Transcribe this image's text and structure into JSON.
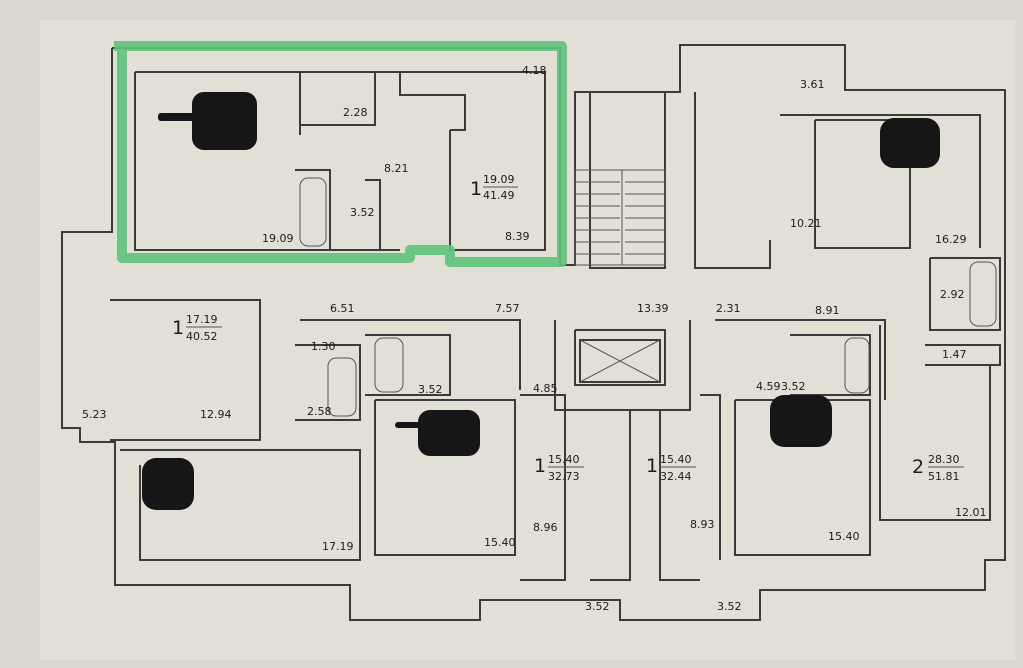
{
  "colors": {
    "highlight": "#5fc27c",
    "paper": "#dcd8cf",
    "wall": "#3a3a3a"
  },
  "highlight": {
    "name": "selected-apartment-outline"
  },
  "area_labels": [
    {
      "id": "a1",
      "text": "4.18"
    },
    {
      "id": "a2",
      "text": "2.28"
    },
    {
      "id": "a3",
      "text": "8.21"
    },
    {
      "id": "a4",
      "text": "3.52"
    },
    {
      "id": "a5",
      "text": "19.09"
    },
    {
      "id": "a6",
      "text": "8.39"
    },
    {
      "id": "a7",
      "text": "3.61"
    },
    {
      "id": "a8",
      "text": "10.21"
    },
    {
      "id": "a9",
      "text": "16.29"
    },
    {
      "id": "a10",
      "text": "2.92"
    },
    {
      "id": "a11",
      "text": "1.47"
    },
    {
      "id": "a12",
      "text": "6.51"
    },
    {
      "id": "a13",
      "text": "7.57"
    },
    {
      "id": "a14",
      "text": "13.39"
    },
    {
      "id": "a15",
      "text": "2.31"
    },
    {
      "id": "a16",
      "text": "8.91"
    },
    {
      "id": "a17",
      "text": "1.30"
    },
    {
      "id": "a18",
      "text": "2.58"
    },
    {
      "id": "a19",
      "text": "3.52"
    },
    {
      "id": "a20",
      "text": "4.85"
    },
    {
      "id": "a21",
      "text": "4.59"
    },
    {
      "id": "a22",
      "text": "3.52"
    },
    {
      "id": "a23",
      "text": "5.23"
    },
    {
      "id": "a24",
      "text": "12.94"
    },
    {
      "id": "a25",
      "text": "17.19"
    },
    {
      "id": "a26",
      "text": "15.40"
    },
    {
      "id": "a27",
      "text": "8.96"
    },
    {
      "id": "a28",
      "text": "8.93"
    },
    {
      "id": "a29",
      "text": "15.40"
    },
    {
      "id": "a30",
      "text": "12.01"
    },
    {
      "id": "a31",
      "text": "3.52"
    },
    {
      "id": "a32",
      "text": "3.52"
    }
  ],
  "apartments": [
    {
      "id": "apt1",
      "rooms": "1",
      "living": "19.09",
      "total": "41.49"
    },
    {
      "id": "apt2",
      "rooms": "1",
      "living": "17.19",
      "total": "40.52"
    },
    {
      "id": "apt3",
      "rooms": "1",
      "living": "15.40",
      "total": "32.73"
    },
    {
      "id": "apt4",
      "rooms": "1",
      "living": "15.40",
      "total": "32.44"
    },
    {
      "id": "apt5",
      "rooms": "2",
      "living": "28.30",
      "total": "51.81"
    }
  ]
}
